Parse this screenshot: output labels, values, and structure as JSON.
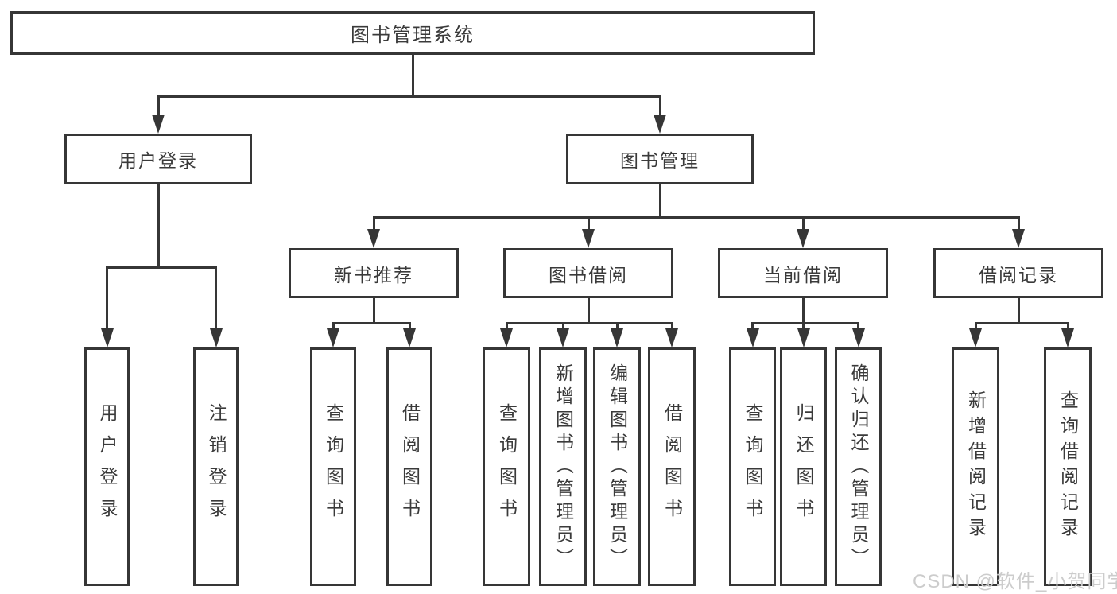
{
  "tree": {
    "root": {
      "label": "图书管理系统"
    },
    "branches": [
      {
        "label": "用户登录",
        "children": [
          {
            "label": "用户登录"
          },
          {
            "label": "注销登录"
          }
        ]
      },
      {
        "label": "图书管理",
        "children": [
          {
            "label": "新书推荐",
            "children": [
              {
                "label": "查询图书"
              },
              {
                "label": "借阅图书"
              }
            ]
          },
          {
            "label": "图书借阅",
            "children": [
              {
                "label": "查询图书"
              },
              {
                "label": "新增图书（管理员）"
              },
              {
                "label": "编辑图书（管理员）"
              },
              {
                "label": "借阅图书"
              }
            ]
          },
          {
            "label": "当前借阅",
            "children": [
              {
                "label": "查询图书"
              },
              {
                "label": "归还图书"
              },
              {
                "label": "确认归还（管理员）"
              }
            ]
          },
          {
            "label": "借阅记录",
            "children": [
              {
                "label": "新增借阅记录"
              },
              {
                "label": "查询借阅记录"
              }
            ]
          }
        ]
      }
    ]
  },
  "watermark": {
    "text": "CSDN @软件_小贺同学"
  },
  "style": {
    "line_color": "#363636",
    "text_color": "#3a3a3a",
    "box_background": "#ffffff",
    "background": "#ffffff",
    "watermark_color": "#cccccc"
  }
}
